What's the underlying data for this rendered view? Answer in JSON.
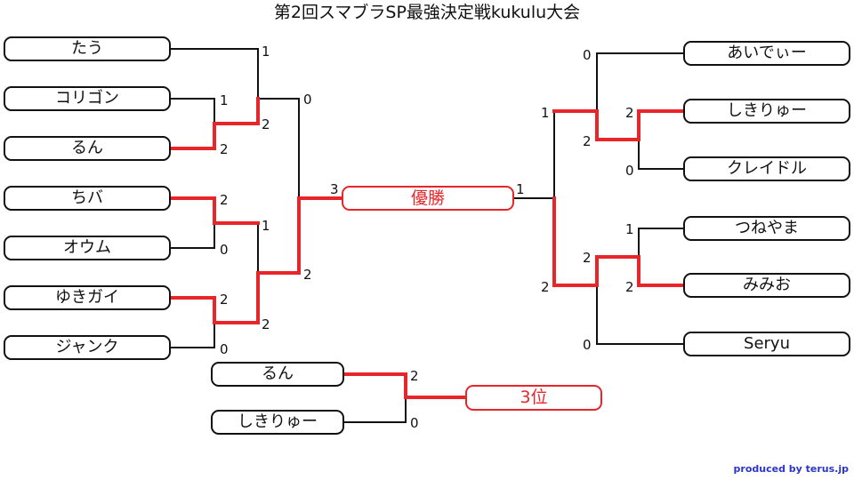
{
  "title": "第2回スマブラSP最強決定戦kukulu大会",
  "players": {
    "l1": "たう",
    "l2": "コリゴン",
    "l3": "るん",
    "l4": "ちバ",
    "l5": "オウム",
    "l6": "ゆきガイ",
    "l7": "ジャンク",
    "r1": "あいでぃー",
    "r2": "しきりゅー",
    "r3": "クレイドル",
    "r4": "つねやま",
    "r5": "みみお",
    "r6": "Seryu",
    "t1": "るん",
    "t2": "しきりゅー"
  },
  "results": {
    "champion": "優勝",
    "third": "3位"
  },
  "scores": {
    "l1": "1",
    "l2": "1",
    "l3": "2",
    "l4": "2",
    "l5": "0",
    "l6": "2",
    "l7": "0",
    "l23": "2",
    "l45": "1",
    "l67": "2",
    "l1b": "0",
    "l23b": "2",
    "l45b": "2",
    "left_final": "3",
    "right_final": "1",
    "r1": "0",
    "r2": "2",
    "r3": "0",
    "r23": "2",
    "r4": "1",
    "r5": "2",
    "r45": "2",
    "r6": "0",
    "r_top": "1",
    "r_bot": "2",
    "t1": "2",
    "t2": "0"
  },
  "footer": {
    "credit": "produced by terus.jp"
  },
  "colors": {
    "win": "#e8262a",
    "line": "#111111",
    "credit": "#2a35c9"
  }
}
